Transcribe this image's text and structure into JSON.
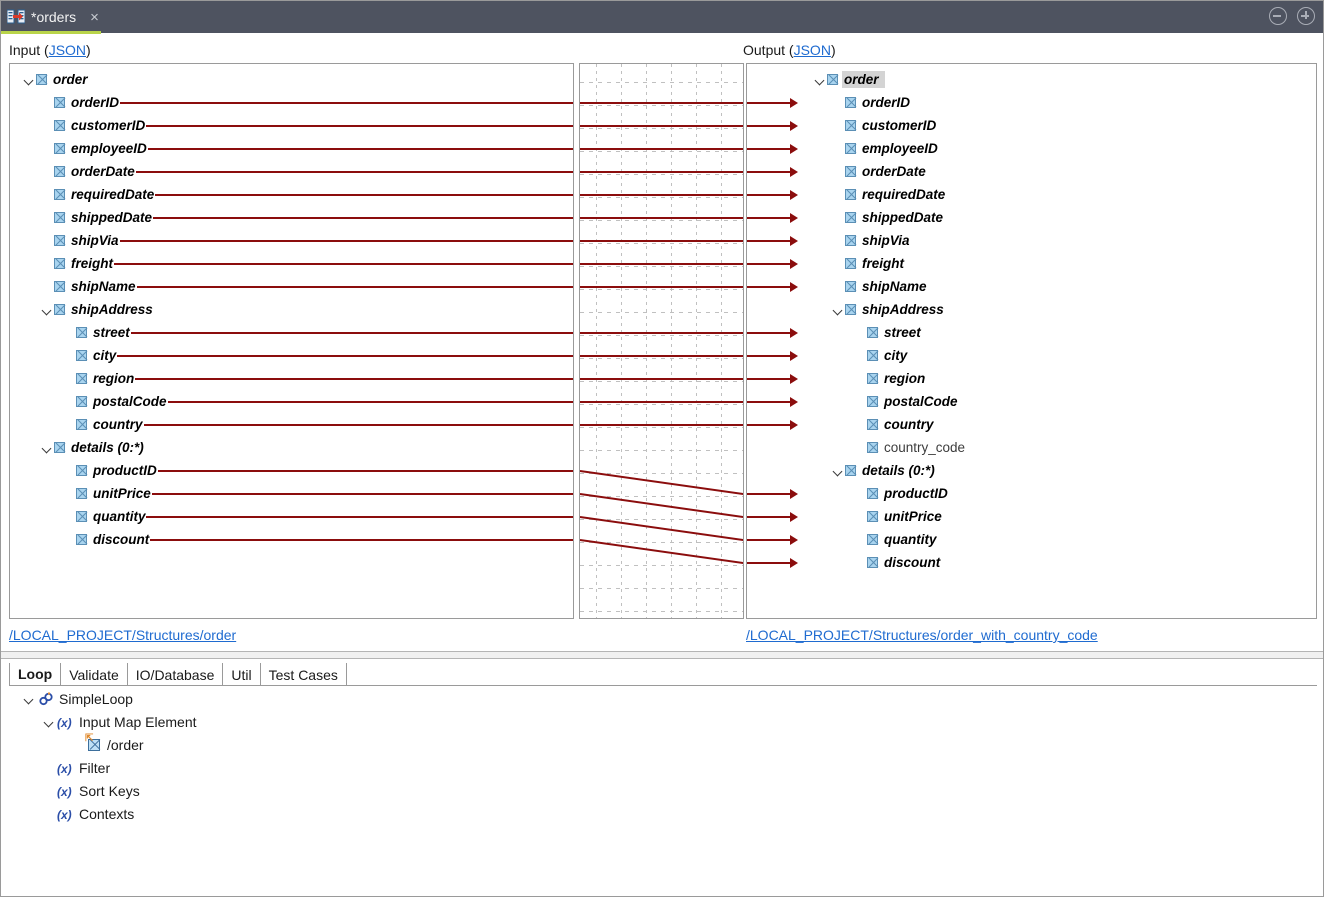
{
  "window": {
    "tab_title": "*orders",
    "tab_icon": "map-transform-icon",
    "close_label": "×",
    "minimize_label": "minimize",
    "maximize_label": "maximize",
    "accent_color": "#b9d44a",
    "titlebar_color": "#4e5360",
    "link_color": "#1f6bd0",
    "connector_color": "#8b0d0d"
  },
  "input": {
    "label": "Input (",
    "label_link": "JSON",
    "label_end": ")",
    "path": "/LOCAL_PROJECT/Structures/order",
    "tree": [
      {
        "name": "order",
        "depth": 0,
        "twisty": true,
        "mapped": false,
        "plain": false
      },
      {
        "name": "orderID",
        "depth": 1,
        "twisty": false,
        "mapped": true,
        "plain": false
      },
      {
        "name": "customerID",
        "depth": 1,
        "twisty": false,
        "mapped": true,
        "plain": false
      },
      {
        "name": "employeeID",
        "depth": 1,
        "twisty": false,
        "mapped": true,
        "plain": false
      },
      {
        "name": "orderDate",
        "depth": 1,
        "twisty": false,
        "mapped": true,
        "plain": false
      },
      {
        "name": "requiredDate",
        "depth": 1,
        "twisty": false,
        "mapped": true,
        "plain": false
      },
      {
        "name": "shippedDate",
        "depth": 1,
        "twisty": false,
        "mapped": true,
        "plain": false
      },
      {
        "name": "shipVia",
        "depth": 1,
        "twisty": false,
        "mapped": true,
        "plain": false
      },
      {
        "name": "freight",
        "depth": 1,
        "twisty": false,
        "mapped": true,
        "plain": false
      },
      {
        "name": "shipName",
        "depth": 1,
        "twisty": false,
        "mapped": true,
        "plain": false
      },
      {
        "name": "shipAddress",
        "depth": 1,
        "twisty": true,
        "mapped": false,
        "plain": false
      },
      {
        "name": "street",
        "depth": 2,
        "twisty": false,
        "mapped": true,
        "plain": false
      },
      {
        "name": "city",
        "depth": 2,
        "twisty": false,
        "mapped": true,
        "plain": false
      },
      {
        "name": "region",
        "depth": 2,
        "twisty": false,
        "mapped": true,
        "plain": false
      },
      {
        "name": "postalCode",
        "depth": 2,
        "twisty": false,
        "mapped": true,
        "plain": false
      },
      {
        "name": "country",
        "depth": 2,
        "twisty": false,
        "mapped": true,
        "plain": false
      },
      {
        "name": "details (0:*)",
        "depth": 1,
        "twisty": true,
        "mapped": false,
        "plain": false
      },
      {
        "name": "productID",
        "depth": 2,
        "twisty": false,
        "mapped": true,
        "plain": false
      },
      {
        "name": "unitPrice",
        "depth": 2,
        "twisty": false,
        "mapped": true,
        "plain": false
      },
      {
        "name": "quantity",
        "depth": 2,
        "twisty": false,
        "mapped": true,
        "plain": false
      },
      {
        "name": "discount",
        "depth": 2,
        "twisty": false,
        "mapped": true,
        "plain": false
      }
    ]
  },
  "output": {
    "label": "Output (",
    "label_link": "JSON",
    "label_end": ")",
    "path": "/LOCAL_PROJECT/Structures/order_with_country_code",
    "tree": [
      {
        "name": "order",
        "depth": 0,
        "twisty": true,
        "mapped": false,
        "plain": false,
        "selected": true
      },
      {
        "name": "orderID",
        "depth": 1,
        "twisty": false,
        "mapped": true,
        "plain": false
      },
      {
        "name": "customerID",
        "depth": 1,
        "twisty": false,
        "mapped": true,
        "plain": false
      },
      {
        "name": "employeeID",
        "depth": 1,
        "twisty": false,
        "mapped": true,
        "plain": false
      },
      {
        "name": "orderDate",
        "depth": 1,
        "twisty": false,
        "mapped": true,
        "plain": false
      },
      {
        "name": "requiredDate",
        "depth": 1,
        "twisty": false,
        "mapped": true,
        "plain": false
      },
      {
        "name": "shippedDate",
        "depth": 1,
        "twisty": false,
        "mapped": true,
        "plain": false
      },
      {
        "name": "shipVia",
        "depth": 1,
        "twisty": false,
        "mapped": true,
        "plain": false
      },
      {
        "name": "freight",
        "depth": 1,
        "twisty": false,
        "mapped": true,
        "plain": false
      },
      {
        "name": "shipName",
        "depth": 1,
        "twisty": false,
        "mapped": true,
        "plain": false
      },
      {
        "name": "shipAddress",
        "depth": 1,
        "twisty": true,
        "mapped": false,
        "plain": false
      },
      {
        "name": "street",
        "depth": 2,
        "twisty": false,
        "mapped": true,
        "plain": false
      },
      {
        "name": "city",
        "depth": 2,
        "twisty": false,
        "mapped": true,
        "plain": false
      },
      {
        "name": "region",
        "depth": 2,
        "twisty": false,
        "mapped": true,
        "plain": false
      },
      {
        "name": "postalCode",
        "depth": 2,
        "twisty": false,
        "mapped": true,
        "plain": false
      },
      {
        "name": "country",
        "depth": 2,
        "twisty": false,
        "mapped": true,
        "plain": false
      },
      {
        "name": "country_code",
        "depth": 2,
        "twisty": false,
        "mapped": false,
        "plain": true
      },
      {
        "name": "details (0:*)",
        "depth": 1,
        "twisty": true,
        "mapped": false,
        "plain": false
      },
      {
        "name": "productID",
        "depth": 2,
        "twisty": false,
        "mapped": true,
        "plain": false
      },
      {
        "name": "unitPrice",
        "depth": 2,
        "twisty": false,
        "mapped": true,
        "plain": false
      },
      {
        "name": "quantity",
        "depth": 2,
        "twisty": false,
        "mapped": true,
        "plain": false
      },
      {
        "name": "discount",
        "depth": 2,
        "twisty": false,
        "mapped": true,
        "plain": false
      }
    ]
  },
  "mappings": [
    {
      "from": "orderID",
      "to": "orderID"
    },
    {
      "from": "customerID",
      "to": "customerID"
    },
    {
      "from": "employeeID",
      "to": "employeeID"
    },
    {
      "from": "orderDate",
      "to": "orderDate"
    },
    {
      "from": "requiredDate",
      "to": "requiredDate"
    },
    {
      "from": "shippedDate",
      "to": "shippedDate"
    },
    {
      "from": "shipVia",
      "to": "shipVia"
    },
    {
      "from": "freight",
      "to": "freight"
    },
    {
      "from": "shipName",
      "to": "shipName"
    },
    {
      "from": "street",
      "to": "street"
    },
    {
      "from": "city",
      "to": "city"
    },
    {
      "from": "region",
      "to": "region"
    },
    {
      "from": "postalCode",
      "to": "postalCode"
    },
    {
      "from": "country",
      "to": "country"
    },
    {
      "from": "productID",
      "to": "productID"
    },
    {
      "from": "unitPrice",
      "to": "unitPrice"
    },
    {
      "from": "quantity",
      "to": "quantity"
    },
    {
      "from": "discount",
      "to": "discount"
    }
  ],
  "bottom": {
    "tabs": [
      {
        "label": "Loop",
        "active": true
      },
      {
        "label": "Validate",
        "active": false
      },
      {
        "label": "IO/Database",
        "active": false
      },
      {
        "label": "Util",
        "active": false
      },
      {
        "label": "Test Cases",
        "active": false
      }
    ],
    "tree": [
      {
        "name": "SimpleLoop",
        "depth": 0,
        "twisty": true,
        "icon": "loop-icon"
      },
      {
        "name": "Input Map Element",
        "depth": 1,
        "twisty": true,
        "icon": "function-icon"
      },
      {
        "name": "/order",
        "depth": 2,
        "twisty": false,
        "icon": "map-element-icon"
      },
      {
        "name": "Filter",
        "depth": 1,
        "twisty": false,
        "icon": "function-icon"
      },
      {
        "name": "Sort Keys",
        "depth": 1,
        "twisty": false,
        "icon": "function-icon"
      },
      {
        "name": "Contexts",
        "depth": 1,
        "twisty": false,
        "icon": "function-icon"
      }
    ]
  }
}
